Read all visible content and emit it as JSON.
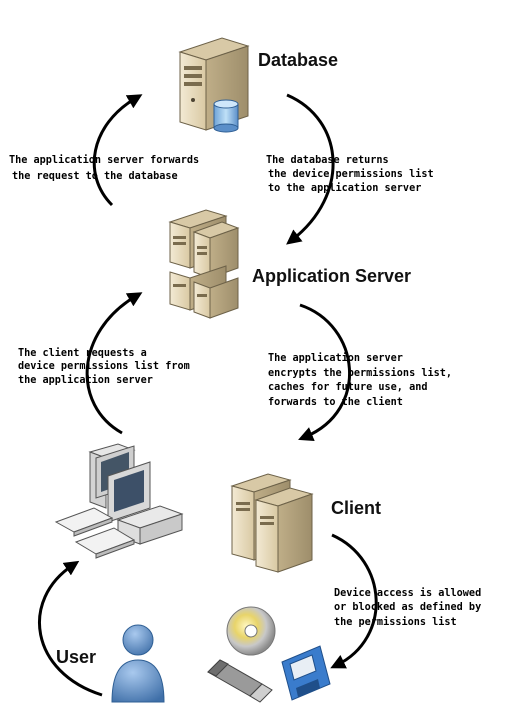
{
  "nodes": {
    "database": {
      "title": "Database"
    },
    "app_server": {
      "title": "Application Server"
    },
    "client": {
      "title": "Client"
    },
    "user": {
      "title": "User"
    }
  },
  "notes": {
    "forward_to_db": [
      "The application server forwards",
      "the request to the database"
    ],
    "db_returns": [
      "The database returns",
      "the device permissions list",
      "to the application server"
    ],
    "client_requests": [
      "The client requests a",
      "device permissions list from",
      "the application server"
    ],
    "server_encrypts": [
      "The application server",
      "encrypts the permissions list,",
      "caches for future use, and",
      "forwards to the client"
    ],
    "device_access": [
      "Device access is allowed",
      "or blocked as defined by",
      "the permissions list"
    ]
  },
  "colors": {
    "server_body": "#e8dcc0",
    "server_shade": "#b8a783",
    "database_cylinder": "#9fc5e6",
    "user_figure": "#5b8fc9",
    "arrow": "#000000"
  },
  "icons": [
    "database-server-icon",
    "database-cylinder-icon",
    "application-server-icon",
    "client-server-icon",
    "workstation-icon",
    "user-icon",
    "cd-disc-icon",
    "usb-drive-icon",
    "floppy-disk-icon"
  ]
}
